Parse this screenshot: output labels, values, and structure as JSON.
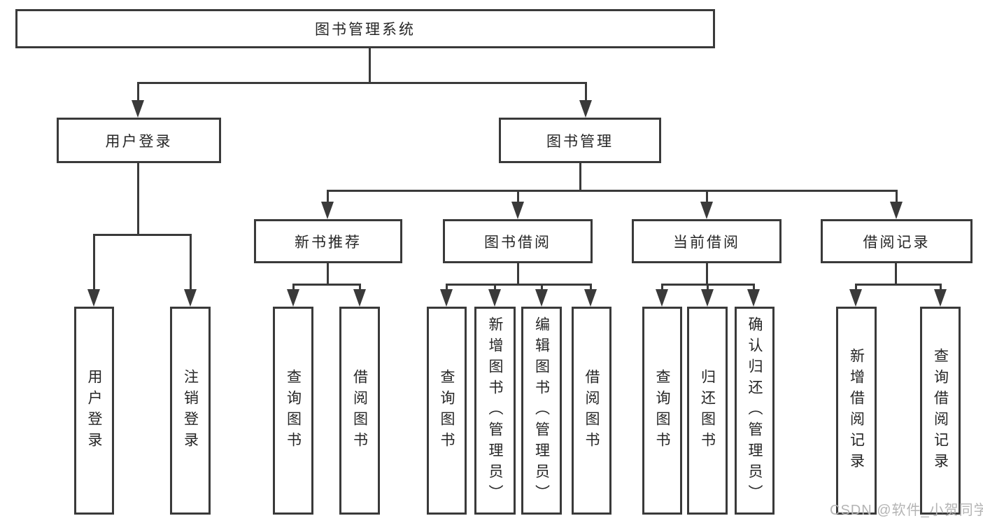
{
  "diagram": {
    "title": "图书管理系统",
    "root": {
      "label": "图书管理系统"
    },
    "branches": [
      {
        "label": "用户登录",
        "children": [
          "用户登录",
          "注销登录"
        ]
      },
      {
        "label": "图书管理",
        "sections": [
          {
            "label": "新书推荐",
            "children": [
              "查询图书",
              "借阅图书"
            ]
          },
          {
            "label": "图书借阅",
            "children": [
              "查询图书",
              "新增图书（管理员）",
              "编辑图书（管理员）",
              "借阅图书"
            ]
          },
          {
            "label": "当前借阅",
            "children": [
              "查询图书",
              "归还图书",
              "确认归还（管理员）"
            ]
          },
          {
            "label": "借阅记录",
            "children": [
              "新增借阅记录",
              "查询借阅记录"
            ]
          }
        ]
      }
    ]
  },
  "watermark": {
    "text": "CSDN @软件_小贺同学"
  },
  "colors": {
    "line": "#3a3a3a",
    "box_border": "#3a3a3a",
    "text": "#262626",
    "watermark": "#b4b4b4",
    "background": "#ffffff"
  }
}
